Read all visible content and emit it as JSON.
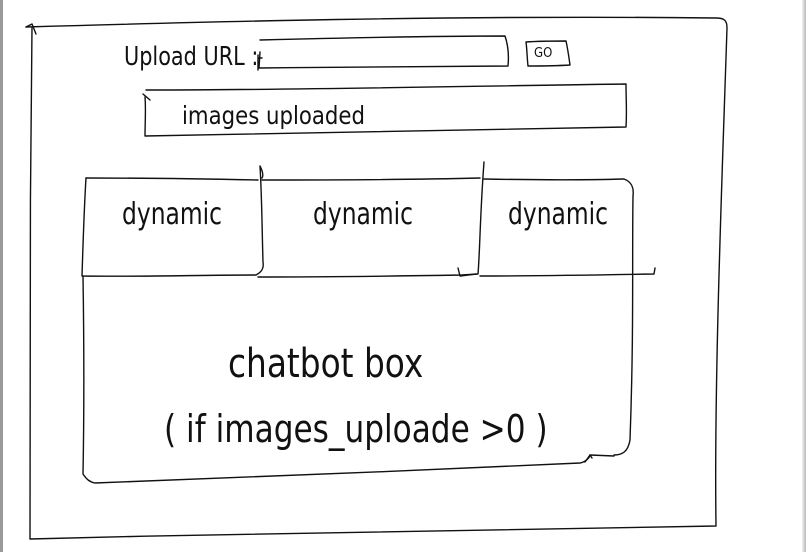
{
  "header": {
    "upload_label": "Upload URL :",
    "go_label": "GO"
  },
  "status": {
    "images_label": "images uploaded"
  },
  "panels": [
    {
      "label": "dynamic"
    },
    {
      "label": "dynamic"
    },
    {
      "label": "dynamic"
    }
  ],
  "chatbot": {
    "title": "chatbot box",
    "condition": "( if images_uploade >0 )"
  },
  "colors": {
    "ink": "#111111",
    "paper": "#ffffff"
  }
}
